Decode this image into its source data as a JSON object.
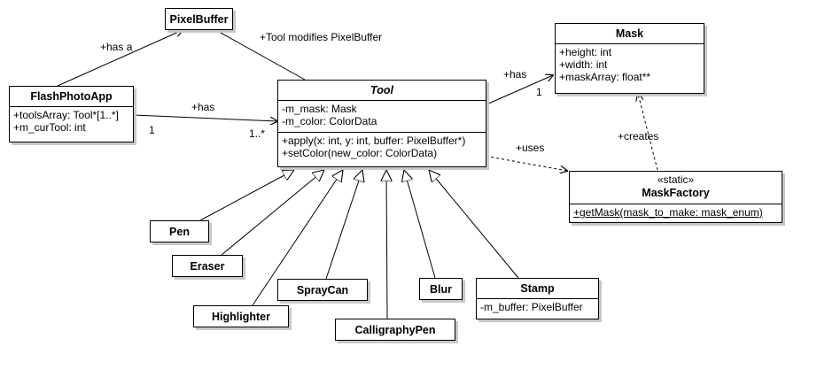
{
  "classes": {
    "pixelbuffer": {
      "name": "PixelBuffer"
    },
    "flashphotoapp": {
      "name": "FlashPhotoApp",
      "attributes": [
        "+toolsArray: Tool*[1..*]",
        "+m_curTool: int"
      ]
    },
    "tool": {
      "name": "Tool",
      "attributes": [
        "-m_mask: Mask",
        "-m_color: ColorData"
      ],
      "operations": [
        "+apply(x: int, y: int, buffer: PixelBuffer*)",
        "+setColor(new_color: ColorData)"
      ]
    },
    "mask": {
      "name": "Mask",
      "attributes": [
        "+height: int",
        "+width: int",
        "+maskArray: float**"
      ]
    },
    "maskfactory": {
      "stereotype": "«static»",
      "name": "MaskFactory",
      "operations": [
        "+getMask(mask_to_make: mask_enum)"
      ]
    },
    "pen": {
      "name": "Pen"
    },
    "eraser": {
      "name": "Eraser"
    },
    "highlighter": {
      "name": "Highlighter"
    },
    "spraycan": {
      "name": "SprayCan"
    },
    "calligraphypen": {
      "name": "CalligraphyPen"
    },
    "blur": {
      "name": "Blur"
    },
    "stamp": {
      "name": "Stamp",
      "attributes": [
        "-m_buffer: PixelBuffer"
      ]
    }
  },
  "relations": {
    "app_pixelbuffer": "+has a",
    "tool_pixelbuffer": "+Tool modifies PixelBuffer",
    "app_tool": "+has",
    "app_tool_source_mult": "1",
    "app_tool_target_mult": "1..*",
    "tool_mask": "+has",
    "tool_mask_mult": "1",
    "tool_maskfactory": "+uses",
    "maskfactory_mask": "+creates"
  }
}
